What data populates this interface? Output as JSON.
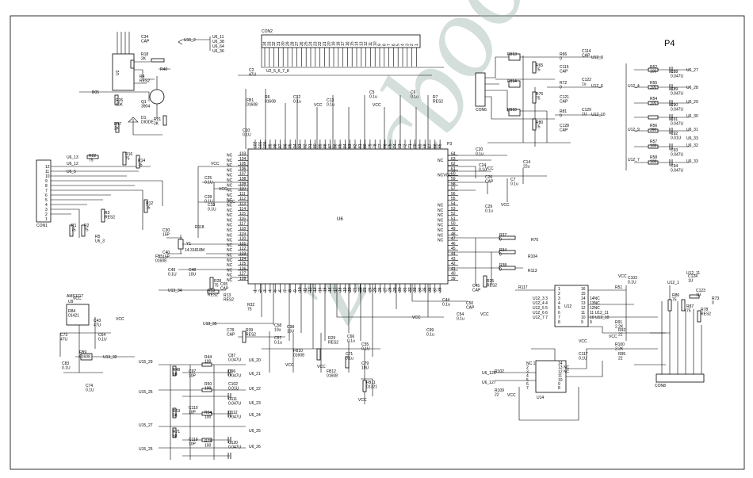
{
  "page": {
    "label": "P4",
    "watermark": "zxpcbook"
  },
  "ics": {
    "u6": {
      "ref": "U6",
      "extra": "P3"
    },
    "u2": {
      "ref": "U2"
    },
    "u12": {
      "ref": "U12"
    },
    "u14": {
      "ref": "U14"
    },
    "u9": {
      "ref": "U9",
      "part": "AMS1117"
    },
    "y1": {
      "ref": "Y1",
      "value": "14.31818M"
    }
  },
  "connectors": [
    {
      "ref": "CON1"
    },
    {
      "ref": "CON2"
    },
    {
      "ref": "CON6"
    },
    {
      "ref": "CON8"
    }
  ],
  "u6_left_pins": [
    "103",
    "104",
    "105",
    "106",
    "107",
    "108",
    "109",
    "110",
    "111",
    "112",
    "113",
    "114",
    "115",
    "116",
    "117",
    "118",
    "119",
    "120",
    "121",
    "122",
    "123",
    "124",
    "125",
    "126",
    "127",
    "128"
  ],
  "u6_right_pins": [
    "64",
    "63",
    "62",
    "61",
    "60",
    "59",
    "58",
    "57",
    "56",
    "55",
    "54",
    "53",
    "52",
    "51",
    "50",
    "49",
    "48",
    "47",
    "46",
    "45",
    "44",
    "43",
    "42",
    "41",
    "40",
    "39"
  ],
  "u6_left_nets": [
    "NC",
    "NC",
    "NC",
    "NC",
    "NC",
    "NC",
    "NC",
    "NC",
    "NC",
    "NC",
    "NC",
    "NC",
    "NC",
    "NC",
    "NC",
    "NC",
    "NC",
    "NC",
    "NC",
    "NC",
    "NC",
    "NC",
    "NC",
    "NC",
    "NC",
    "NC"
  ],
  "u6_right_nets": [
    "",
    "NC",
    "",
    "",
    "NCVCC",
    "",
    "",
    "",
    "",
    "",
    "NC",
    "NC",
    "NC",
    "NC",
    "NC",
    "NC",
    "NC",
    "NC",
    "",
    "",
    "",
    "",
    "",
    "",
    "",
    ""
  ],
  "u6_top_pins": [
    "102",
    "101",
    "100",
    "99",
    "98",
    "97",
    "96",
    "95",
    "94",
    "93",
    "92",
    "91",
    "90",
    "89",
    "88",
    "87",
    "86",
    "85",
    "84",
    "83",
    "82",
    "81",
    "80",
    "79",
    "78",
    "77",
    "76",
    "75",
    "74",
    "73",
    "72",
    "71",
    "70",
    "69",
    "68",
    "67",
    "66",
    "65"
  ],
  "u6_bottom_pins": [
    "1",
    "2",
    "3",
    "4",
    "5",
    "6",
    "7",
    "8",
    "9",
    "10",
    "11",
    "12",
    "13",
    "14",
    "15",
    "16",
    "17",
    "18",
    "19",
    "20",
    "21",
    "22",
    "23",
    "24",
    "25",
    "26",
    "27",
    "28",
    "29",
    "30",
    "31",
    "32",
    "33",
    "34",
    "35",
    "36",
    "37",
    "38"
  ],
  "con2_pins": [
    "34",
    "33",
    "32",
    "31",
    "30",
    "29",
    "28",
    "27",
    "26",
    "25",
    "24",
    "23",
    "22",
    "21",
    "20",
    "19",
    "18",
    "17",
    "16",
    "15",
    "14",
    "13",
    "12",
    "11",
    "10",
    "9",
    "8",
    "7",
    "6",
    "5",
    "4",
    "3",
    "2",
    "1"
  ],
  "net_labels": [
    {
      "id": "n1",
      "text": "U15_2"
    },
    {
      "id": "n2",
      "text": "U6_11"
    },
    {
      "id": "n3",
      "text": "U6_38"
    },
    {
      "id": "n4",
      "text": "U6_64"
    },
    {
      "id": "n5",
      "text": "U6_36"
    },
    {
      "id": "n6",
      "text": "U2_5_6_7_8"
    },
    {
      "id": "n7",
      "text": "R40"
    },
    {
      "id": "n8",
      "text": "B05"
    },
    {
      "id": "n9",
      "text": "U12_3"
    },
    {
      "id": "n10",
      "text": "U12_6"
    },
    {
      "id": "n11",
      "text": "U12_10"
    },
    {
      "id": "n12",
      "text": "U12_4"
    },
    {
      "id": "n13",
      "text": "U12_9"
    },
    {
      "id": "n14",
      "text": "U12_7"
    },
    {
      "id": "n15",
      "text": "U6_27"
    },
    {
      "id": "n16",
      "text": "U6_28"
    },
    {
      "id": "n17",
      "text": "U6_29"
    },
    {
      "id": "n18",
      "text": "U6_30"
    },
    {
      "id": "n19",
      "text": "U6_31"
    },
    {
      "id": "n20",
      "text": "U6_32"
    },
    {
      "id": "n21",
      "text": "U6_33"
    },
    {
      "id": "n22",
      "text": "U6_13"
    },
    {
      "id": "n23",
      "text": "U6_12"
    },
    {
      "id": "n24",
      "text": "U6_5"
    },
    {
      "id": "n25",
      "text": "R70"
    },
    {
      "id": "n26",
      "text": "R104"
    },
    {
      "id": "n27",
      "text": "R113"
    },
    {
      "id": "n28",
      "text": "U13_34"
    },
    {
      "id": "n29",
      "text": "U13_35"
    },
    {
      "id": "n30",
      "text": "U13_32"
    },
    {
      "id": "n31",
      "text": "U15_29"
    },
    {
      "id": "n32",
      "text": "U15_26"
    },
    {
      "id": "n33",
      "text": "U15_27"
    },
    {
      "id": "n34",
      "text": "U15_25"
    },
    {
      "id": "n35",
      "text": "U6_20"
    },
    {
      "id": "n36",
      "text": "U6_21"
    },
    {
      "id": "n37",
      "text": "U6_22"
    },
    {
      "id": "n38",
      "text": "U6_23"
    },
    {
      "id": "n39",
      "text": "U6_24"
    },
    {
      "id": "n40",
      "text": "U6_25"
    },
    {
      "id": "n41",
      "text": "U6_26"
    },
    {
      "id": "n42",
      "text": "U6_126"
    },
    {
      "id": "n43",
      "text": "U6_127"
    },
    {
      "id": "n44",
      "text": "U12_1"
    },
    {
      "id": "n45",
      "text": "U12_11"
    },
    {
      "id": "n46",
      "text": "U6_33"
    }
  ],
  "parts": [
    {
      "id": "c34",
      "ref": "C34",
      "val": "CAP"
    },
    {
      "id": "r18",
      "ref": "R18",
      "val": "2K"
    },
    {
      "id": "r4",
      "ref": "R4",
      "val": "RES2"
    },
    {
      "id": "r26",
      "ref": "R26",
      "val": "10K"
    },
    {
      "id": "q1",
      "ref": "Q1",
      "val": "3904"
    },
    {
      "id": "d1",
      "ref": "D1",
      "val": "DIODE"
    },
    {
      "id": "r17",
      "ref": "R17",
      "val": "2K"
    },
    {
      "id": "r21",
      "ref": "R21",
      "val": "2K"
    },
    {
      "id": "c2",
      "ref": "C2",
      "val": "47U"
    },
    {
      "id": "fb1",
      "ref": "FB1",
      "val": "01608"
    },
    {
      "id": "r6",
      "ref": "R6",
      "val": "01608"
    },
    {
      "id": "c12",
      "ref": "C12",
      "val": "0.1u"
    },
    {
      "id": "c13",
      "ref": "C13",
      "val": "0.1u"
    },
    {
      "id": "c5",
      "ref": "C5",
      "val": "0.1u"
    },
    {
      "id": "c6",
      "ref": "C6",
      "val": "0.1u"
    },
    {
      "id": "r7",
      "ref": "R7",
      "val": "RES2"
    },
    {
      "id": "c10",
      "ref": "C10",
      "val": "0.1U"
    },
    {
      "id": "r22",
      "ref": "R22",
      "val": "75"
    },
    {
      "id": "r16",
      "ref": "R16",
      "val": "75"
    },
    {
      "id": "r14",
      "ref": "R14",
      "val": "75"
    },
    {
      "id": "r12",
      "ref": "R12",
      "val": "75"
    },
    {
      "id": "r3",
      "ref": "R3",
      "val": "RES2"
    },
    {
      "id": "r1",
      "ref": "R1",
      "val": "75"
    },
    {
      "id": "r2",
      "ref": "R2",
      "val": "75"
    },
    {
      "id": "r5",
      "ref": "R5",
      "val": "U6_3"
    },
    {
      "id": "c25",
      "ref": "C25",
      "val": "0.1U"
    },
    {
      "id": "c28",
      "ref": "C28",
      "val": "0.1U"
    },
    {
      "id": "c33",
      "ref": "C33",
      "val": "0.1U"
    },
    {
      "id": "r118",
      "ref": "R118",
      "val": ""
    },
    {
      "id": "c30",
      "ref": "C30",
      "val": "15P"
    },
    {
      "id": "c40",
      "ref": "C40",
      "val": "15P"
    },
    {
      "id": "fb5",
      "ref": "FB5",
      "val": "01608"
    },
    {
      "id": "c49",
      "ref": "C49",
      "val": "0.1U"
    },
    {
      "id": "c48",
      "ref": "C48",
      "val": "10U"
    },
    {
      "id": "r28",
      "ref": "R28",
      "val": "75"
    },
    {
      "id": "c65",
      "ref": "C65",
      "val": "CAP"
    },
    {
      "id": "r53",
      "ref": "R53",
      "val": "RES2"
    },
    {
      "id": "r13",
      "ref": "R13",
      "val": "RES2"
    },
    {
      "id": "fb13",
      "ref": "FB13",
      "val": ""
    },
    {
      "id": "fb14",
      "ref": "FB14",
      "val": ""
    },
    {
      "id": "fb16",
      "ref": "FB16",
      "val": ""
    },
    {
      "id": "r65",
      "ref": "R65",
      "val": "75"
    },
    {
      "id": "r76",
      "ref": "R76",
      "val": "75"
    },
    {
      "id": "r80",
      "ref": "R80",
      "val": "75"
    },
    {
      "id": "r66",
      "ref": "R66",
      "val": "0"
    },
    {
      "id": "r72",
      "ref": "R72",
      "val": "0"
    },
    {
      "id": "r81",
      "ref": "R81",
      "val": "0"
    },
    {
      "id": "c114",
      "ref": "C114",
      "val": "CAP"
    },
    {
      "id": "c115",
      "ref": "C115",
      "val": "CAP"
    },
    {
      "id": "c122",
      "ref": "C122",
      "val": "1u"
    },
    {
      "id": "c121",
      "ref": "C121",
      "val": "CAP"
    },
    {
      "id": "c129",
      "ref": "C129",
      "val": "1U"
    },
    {
      "id": "c128",
      "ref": "C128",
      "val": "CAP"
    },
    {
      "id": "r52",
      "ref": "R52",
      "val": "100"
    },
    {
      "id": "r55",
      "ref": "R55",
      "val": "100"
    },
    {
      "id": "r54",
      "ref": "R54",
      "val": "100"
    },
    {
      "id": "r56",
      "ref": "R56",
      "val": "390"
    },
    {
      "id": "r57",
      "ref": "R57",
      "val": "100"
    },
    {
      "id": "r58",
      "ref": "R58",
      "val": "100"
    },
    {
      "id": "c88",
      "ref": "C88",
      "val": "0.047U"
    },
    {
      "id": "c89",
      "ref": "C89",
      "val": "0.047U"
    },
    {
      "id": "c90",
      "ref": "C90",
      "val": "0.047U"
    },
    {
      "id": "c91",
      "ref": "C91",
      "val": "0.047U"
    },
    {
      "id": "c92",
      "ref": "C92",
      "val": "0.01U"
    },
    {
      "id": "c93",
      "ref": "C93",
      "val": "0.047U"
    },
    {
      "id": "c94",
      "ref": "C94",
      "val": "0.047U"
    },
    {
      "id": "c20",
      "ref": "C20",
      "val": "0.1u"
    },
    {
      "id": "c24",
      "ref": "C24",
      "val": "0.1u"
    },
    {
      "id": "c14",
      "ref": "C14",
      "val": "22u"
    },
    {
      "id": "c7",
      "ref": "C7",
      "val": "0.1u"
    },
    {
      "id": "c26",
      "ref": "C26",
      "val": "CAP"
    },
    {
      "id": "c29",
      "ref": "C29",
      "val": "0.1u"
    },
    {
      "id": "r37",
      "ref": "R37",
      "val": "0"
    },
    {
      "id": "r34",
      "ref": "R34",
      "val": "0"
    },
    {
      "id": "r38",
      "ref": "R38",
      "val": "0"
    },
    {
      "id": "c45",
      "ref": "C45",
      "val": "CAP"
    },
    {
      "id": "r25",
      "ref": "R25",
      "val": "RES2"
    },
    {
      "id": "c50",
      "ref": "C50",
      "val": "CAP"
    },
    {
      "id": "c44",
      "ref": "C44",
      "val": "0.1u"
    },
    {
      "id": "c54",
      "ref": "C54",
      "val": "0.1u"
    },
    {
      "id": "r32",
      "ref": "R32",
      "val": "75"
    },
    {
      "id": "r84",
      "ref": "R84",
      "val": "01421"
    },
    {
      "id": "c43",
      "ref": "C43",
      "val": "47U"
    },
    {
      "id": "c73",
      "ref": "C73",
      "val": "47U"
    },
    {
      "id": "c64",
      "ref": "C64",
      "val": "0.1U"
    },
    {
      "id": "fb9",
      "ref": "FB9",
      "val": "01608"
    },
    {
      "id": "c83",
      "ref": "C83",
      "val": "0.1U"
    },
    {
      "id": "c74",
      "ref": "C74",
      "val": "0.1U"
    },
    {
      "id": "c78",
      "ref": "C78",
      "val": "CAP"
    },
    {
      "id": "r39",
      "ref": "R39",
      "val": "RES2"
    },
    {
      "id": "c58",
      "ref": "C58",
      "val": "10u"
    },
    {
      "id": "c57",
      "ref": "C57",
      "val": "0.1u"
    },
    {
      "id": "c98",
      "ref": "C98",
      "val": "10U"
    },
    {
      "id": "fb10",
      "ref": "FB10",
      "val": "01608"
    },
    {
      "id": "r29",
      "ref": "R29",
      "val": "RES2"
    },
    {
      "id": "c66",
      "ref": "C66",
      "val": "0.1u"
    },
    {
      "id": "c71",
      "ref": "C71",
      "val": "0.1u"
    },
    {
      "id": "c55",
      "ref": "C55",
      "val": "0.1U"
    },
    {
      "id": "c79",
      "ref": "C79",
      "val": "10U"
    },
    {
      "id": "fb12",
      "ref": "FB12",
      "val": "01608"
    },
    {
      "id": "fb11",
      "ref": "FB11",
      "val": "01321"
    },
    {
      "id": "c99",
      "ref": "C99",
      "val": "0.1u"
    },
    {
      "id": "r44",
      "ref": "R44",
      "val": "100"
    },
    {
      "id": "r50",
      "ref": "R50",
      "val": "100"
    },
    {
      "id": "r64",
      "ref": "R64",
      "val": "100"
    },
    {
      "id": "r75",
      "ref": "R75",
      "val": "100"
    },
    {
      "id": "r48",
      "ref": "R48",
      "val": "68"
    },
    {
      "id": "r63",
      "ref": "R63",
      "val": "68"
    },
    {
      "id": "r71",
      "ref": "R71",
      "val": "68"
    },
    {
      "id": "c97",
      "ref": "C97",
      "val": "10P"
    },
    {
      "id": "c110",
      "ref": "C110",
      "val": "10P"
    },
    {
      "id": "c119",
      "ref": "C119",
      "val": "10P"
    },
    {
      "id": "c87",
      "ref": "C87",
      "val": "0.047U"
    },
    {
      "id": "c96",
      "ref": "C96",
      "val": "0.047U"
    },
    {
      "id": "c102",
      "ref": "C102",
      "val": "0.01U"
    },
    {
      "id": "c111",
      "ref": "C111",
      "val": "0.047U"
    },
    {
      "id": "c112",
      "ref": "C112",
      "val": "0.047U"
    },
    {
      "id": "c120",
      "ref": "C120",
      "val": "0.047U"
    },
    {
      "id": "r117",
      "ref": "R117",
      "val": ""
    },
    {
      "id": "r51",
      "ref": "R51",
      "val": ""
    },
    {
      "id": "c103",
      "ref": "C103",
      "val": "0.1U"
    },
    {
      "id": "c123",
      "ref": "C123",
      "val": "1U"
    },
    {
      "id": "c124",
      "ref": "C124",
      "val": "1U"
    },
    {
      "id": "r86",
      "ref": "R86",
      "val": "75"
    },
    {
      "id": "r87",
      "ref": "R87",
      "val": "75"
    },
    {
      "id": "r78",
      "ref": "R78",
      "val": "RES2"
    },
    {
      "id": "r73",
      "ref": "R73",
      "val": "0"
    },
    {
      "id": "r91",
      "ref": "R91",
      "val": "2.2K"
    },
    {
      "id": "r92",
      "ref": "R92",
      "val": "22"
    },
    {
      "id": "r100",
      "ref": "R100",
      "val": "2.2K"
    },
    {
      "id": "r95",
      "ref": "R95",
      "val": "22"
    },
    {
      "id": "c117",
      "ref": "C117",
      "val": "0.1U"
    },
    {
      "id": "r102",
      "ref": "R102",
      "val": ""
    },
    {
      "id": "r109",
      "ref": "R109",
      "val": "22"
    }
  ],
  "power": {
    "vcc": "VCC"
  },
  "u12_pins_left": [
    "1",
    "2",
    "3",
    "4",
    "5",
    "6",
    "7",
    "8"
  ],
  "u12_pins_right": [
    "16",
    "15",
    "14",
    "13",
    "12",
    "11",
    "10",
    "9"
  ],
  "u12_nets_left": [
    "",
    "",
    "U12_3 3",
    "U12_4 4",
    "U12_5 5",
    "U12_6 6",
    "U12_7 7",
    ""
  ],
  "u12_nets_right": [
    "",
    "",
    "14NC",
    "13NC",
    "12NC",
    "11 U12_11",
    "10 U12_10",
    "9"
  ],
  "u14_pins_left": [
    "NC 1",
    "2",
    "3",
    "4",
    "5",
    "6",
    "7"
  ],
  "u14_pins_right": [
    "14",
    "13 NC",
    "12 NC",
    "11",
    "10",
    "9",
    "8"
  ]
}
